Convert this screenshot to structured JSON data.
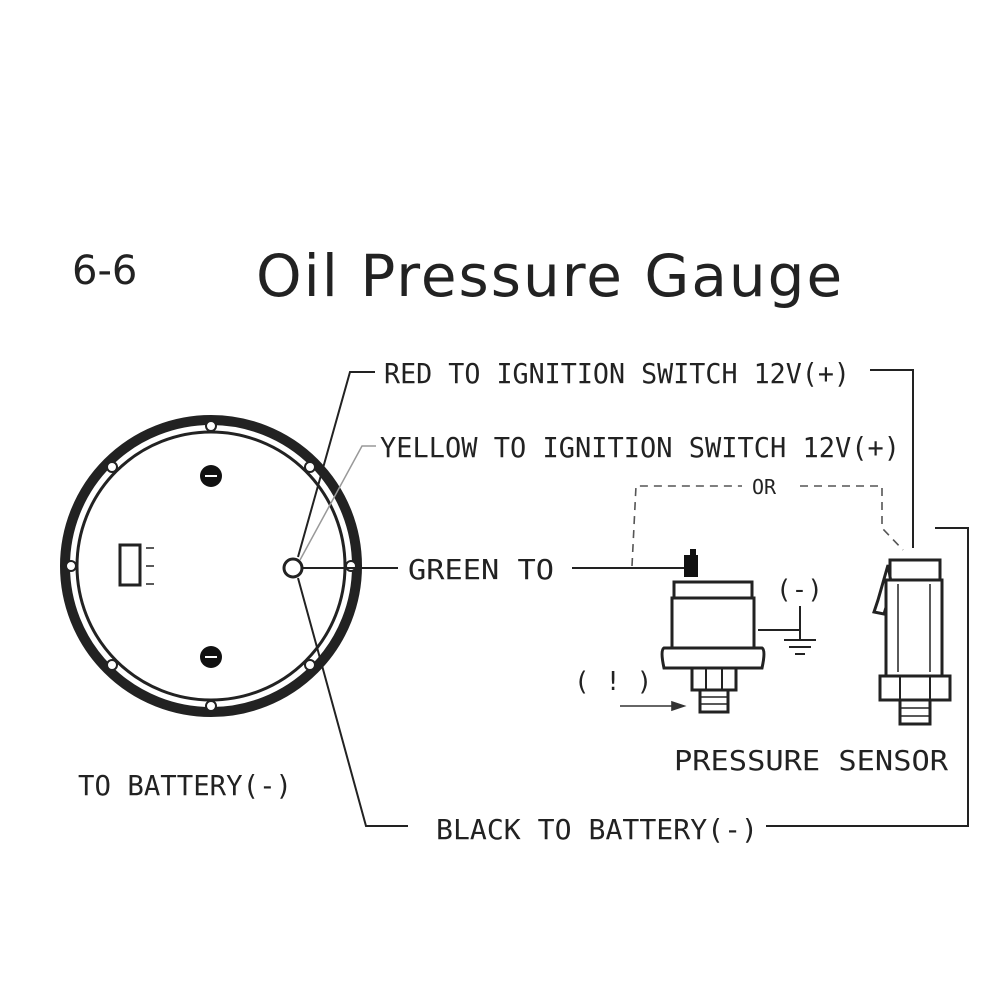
{
  "header": {
    "number": "6-6",
    "title": "Oil Pressure Gauge"
  },
  "labels": {
    "red": "RED TO IGNITION SWITCH 12V(+)",
    "yellow": "YELLOW TO IGNITION SWITCH 12V(+)",
    "or": "OR",
    "green": "GREEN TO",
    "ground": "(-)",
    "caution": "( ! )",
    "pressure_sensor": "PRESSURE SENSOR",
    "to_battery": "TO BATTERY(-)",
    "black": "BLACK TO BATTERY(-)"
  },
  "colors": {
    "ink": "#222222",
    "dashed": "#555555",
    "faint": "#999999"
  }
}
